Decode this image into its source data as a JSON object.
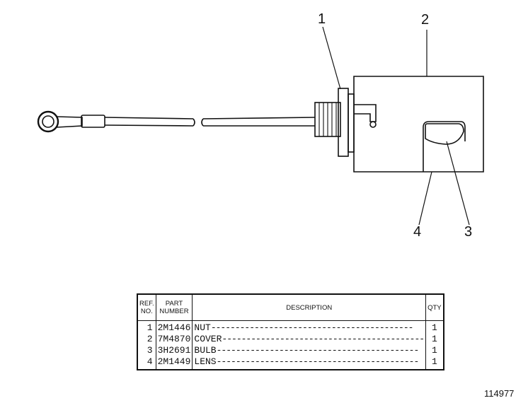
{
  "callouts": {
    "c1": "1",
    "c2": "2",
    "c3": "3",
    "c4": "4"
  },
  "table": {
    "headers": {
      "ref": "REF. NO.",
      "part": "PART NUMBER",
      "description": "DESCRIPTION",
      "qty": "QTY"
    },
    "rows": [
      {
        "ref": "1",
        "part": "2M1446",
        "description": "NUT",
        "qty": "1"
      },
      {
        "ref": "2",
        "part": "7M4870",
        "description": "COVER",
        "qty": "1"
      },
      {
        "ref": "3",
        "part": "3H2691",
        "description": "BULB",
        "qty": "1"
      },
      {
        "ref": "4",
        "part": "2M1449",
        "description": "LENS",
        "qty": "1"
      }
    ]
  },
  "drawing_number": "114977"
}
